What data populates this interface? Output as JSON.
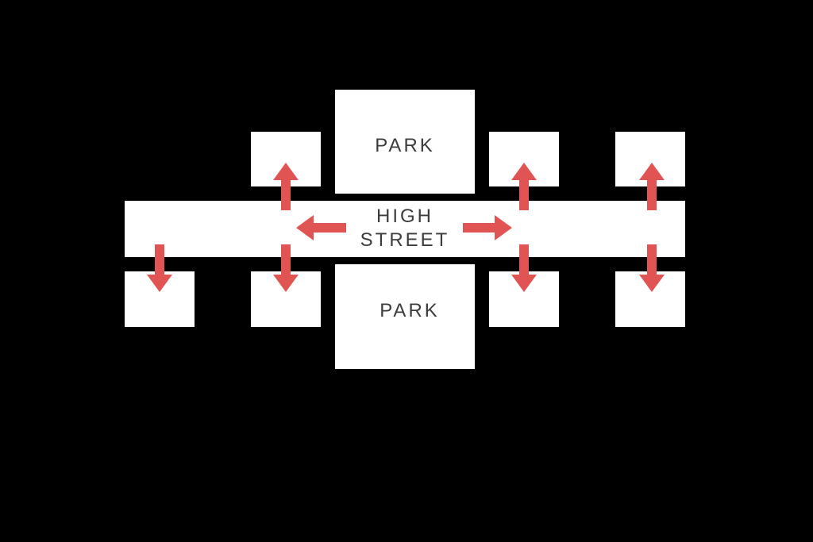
{
  "colors": {
    "background": "#000000",
    "block": "#ffffff",
    "arrow": "#e05454",
    "text": "#3c3c3c"
  },
  "labels": {
    "park_top": "PARK",
    "park_bottom": "PARK",
    "street_line1": "HIGH",
    "street_line2": "STREET"
  },
  "arrows": [
    {
      "name": "arrow-up-1",
      "direction": "up"
    },
    {
      "name": "arrow-up-2",
      "direction": "up"
    },
    {
      "name": "arrow-up-3",
      "direction": "up"
    },
    {
      "name": "arrow-left",
      "direction": "left"
    },
    {
      "name": "arrow-right",
      "direction": "right"
    },
    {
      "name": "arrow-down-1",
      "direction": "down"
    },
    {
      "name": "arrow-down-2",
      "direction": "down"
    },
    {
      "name": "arrow-down-3",
      "direction": "down"
    },
    {
      "name": "arrow-down-4",
      "direction": "down"
    }
  ]
}
